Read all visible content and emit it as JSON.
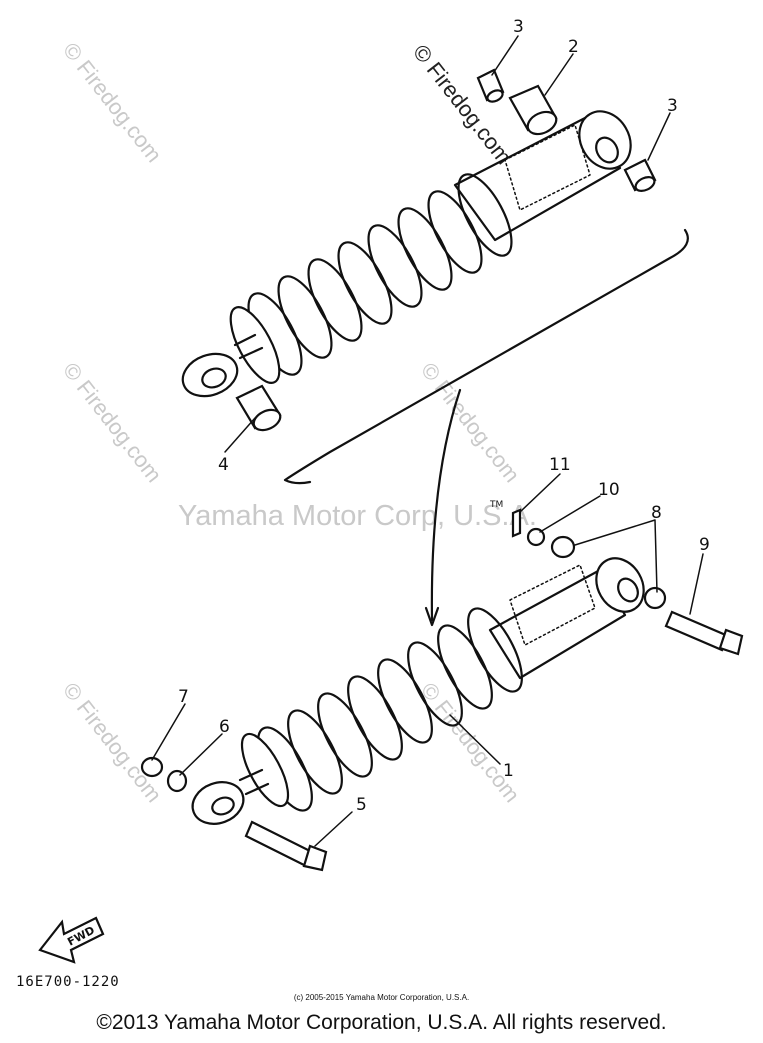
{
  "diagram": {
    "callouts": [
      "1",
      "2",
      "3",
      "4",
      "5",
      "6",
      "7",
      "8",
      "9",
      "10",
      "11"
    ],
    "callout_3_repeat": "3",
    "fwd_label": "FWD",
    "tm_mark": "TM",
    "part_code": "16E700-1220"
  },
  "watermarks": {
    "center": "Yamaha Motor Corp, U.S.A.",
    "firedog": "© Firedog.com"
  },
  "footer": {
    "small_copyright": "(c) 2005-2015 Yamaha Motor Corporation, U.S.A.",
    "copyright": "©2013 Yamaha Motor Corporation, U.S.A. All rights reserved."
  }
}
